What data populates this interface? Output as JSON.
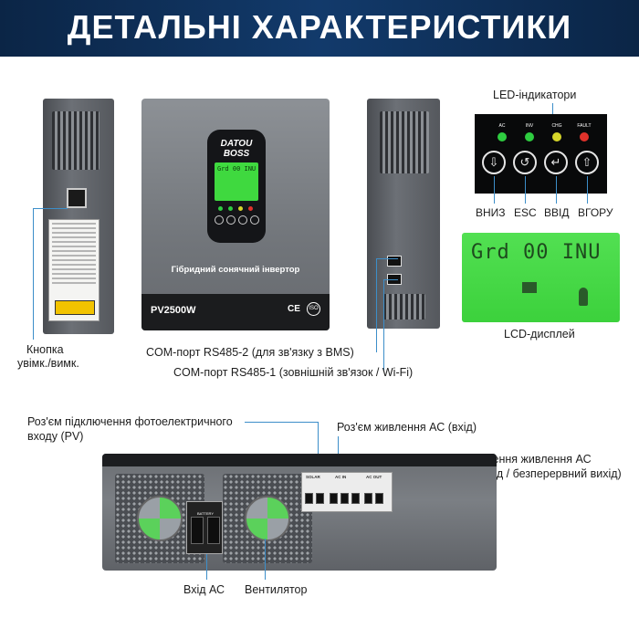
{
  "banner": {
    "title": "ДЕТАЛЬНІ ХАРАКТЕРИСТИКИ"
  },
  "main_unit": {
    "brand_line1": "DATOU",
    "brand_line2": "BOSS",
    "lcd_text_top": "Grd 00 INU",
    "product_name": "Гібридний сонячний інвертор",
    "model": "PV2500W",
    "cert_ce": "CE",
    "cert_iso": "ISO"
  },
  "led_panel": {
    "labels": [
      "AC",
      "INV",
      "CHG",
      "FAULT"
    ],
    "led_colors": [
      "#2ecc40",
      "#2ecc40",
      "#d6d62a",
      "#e0322b"
    ]
  },
  "big_lcd": {
    "text": "Grd 00 INU"
  },
  "bottom_unit": {
    "battery_label": "BATTERY",
    "solar_label": "SOLAR",
    "acin_label": "AC IN",
    "acout_label": "AC OUT"
  },
  "captions": {
    "led_indicators": "LED-індикатори",
    "key_down": "ВНИЗ",
    "key_esc": "ESC",
    "key_enter": "ВВІД",
    "key_up": "ВГОРУ",
    "lcd_display": "LCD-дисплей",
    "power_button_line1": "Кнопка",
    "power_button_line2": "увімк./вимк.",
    "com_port_2": "COM-порт RS485-2 (для зв'язку з BMS)",
    "com_port_1": "COM-порт RS485-1 (зовнішній зв'язок / Wi-Fi)",
    "pv_line1": "Роз'єм підключення фотоелектричного",
    "pv_line2": "входу (PV)",
    "ac_in": "Роз'єм живлення АС (вхід)",
    "ac_out_line1": "Роз'єм підключення живлення АС",
    "ac_out_line2": "(резервний вихід / безперервний вихід)",
    "ac_input": "Вхід АС",
    "fan": "Вентилятор"
  }
}
